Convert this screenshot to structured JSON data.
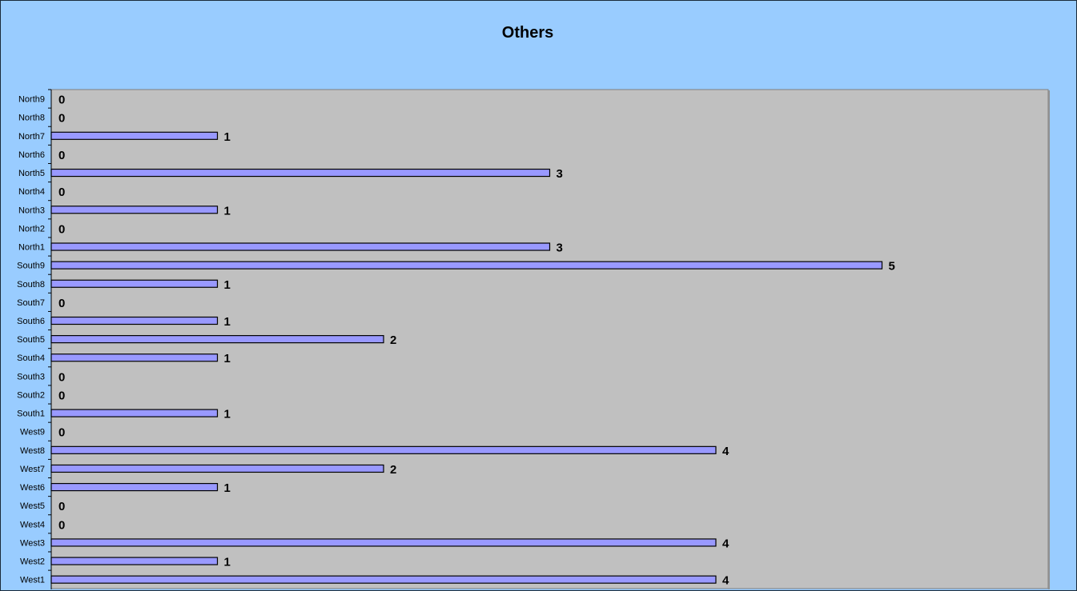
{
  "chart_data": {
    "type": "bar",
    "orientation": "horizontal",
    "title": "Others",
    "xlabel": "",
    "ylabel": "",
    "xlim": [
      0,
      6
    ],
    "grid": false,
    "legend": "none",
    "categories": [
      "North9",
      "North8",
      "North7",
      "North6",
      "North5",
      "North4",
      "North3",
      "North2",
      "North1",
      "South9",
      "South8",
      "South7",
      "South6",
      "South5",
      "South4",
      "South3",
      "South2",
      "South1",
      "West9",
      "West8",
      "West7",
      "West6",
      "West5",
      "West4",
      "West3",
      "West2",
      "West1"
    ],
    "values": [
      0,
      0,
      1,
      0,
      3,
      0,
      1,
      0,
      3,
      5,
      1,
      0,
      1,
      2,
      1,
      0,
      0,
      1,
      0,
      4,
      2,
      1,
      0,
      0,
      4,
      1,
      4
    ],
    "colors": {
      "background": "#99ccff",
      "plot": "#c0c0c0",
      "bar": "#9999ff",
      "bar_border": "#000000"
    }
  }
}
